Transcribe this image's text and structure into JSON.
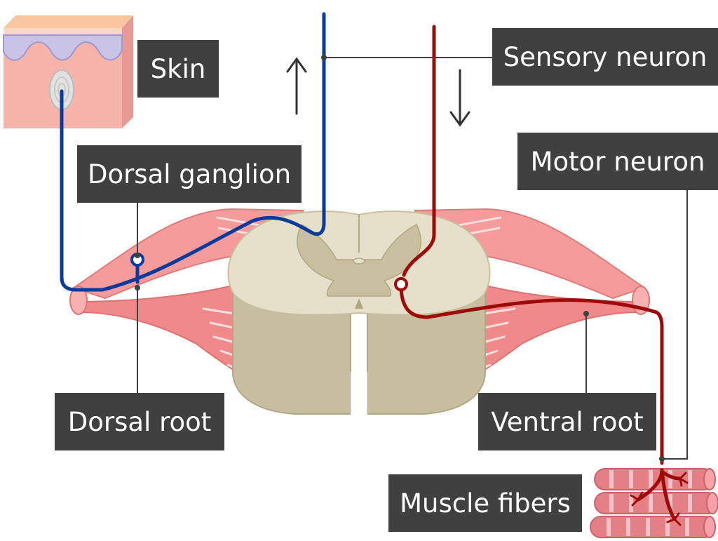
{
  "labels": {
    "skin": "Skin",
    "sensory_neuron": "Sensory neuron",
    "motor_neuron": "Motor neuron",
    "dorsal_ganglion": "Dorsal ganglion",
    "dorsal_root": "Dorsal root",
    "ventral_root": "Ventral root",
    "muscle_fibers": "Muscle fibers"
  },
  "signal_direction": {
    "sensory_arrow": "up",
    "motor_arrow": "down"
  },
  "colors": {
    "sensory_neuron": "#0a3a9c",
    "motor_neuron": "#9e0a0a",
    "label_background": "#404040",
    "label_text": "#ffffff",
    "spinal_cord_white_matter": "#e6dfca",
    "spinal_cord_gray_matter": "#c9bf9e",
    "nerve_root": "#f08a8a",
    "skin_dermis": "#f6b3aa",
    "skin_epidermis": "#c9c4e6",
    "muscle_fiber": "#e57f86"
  }
}
